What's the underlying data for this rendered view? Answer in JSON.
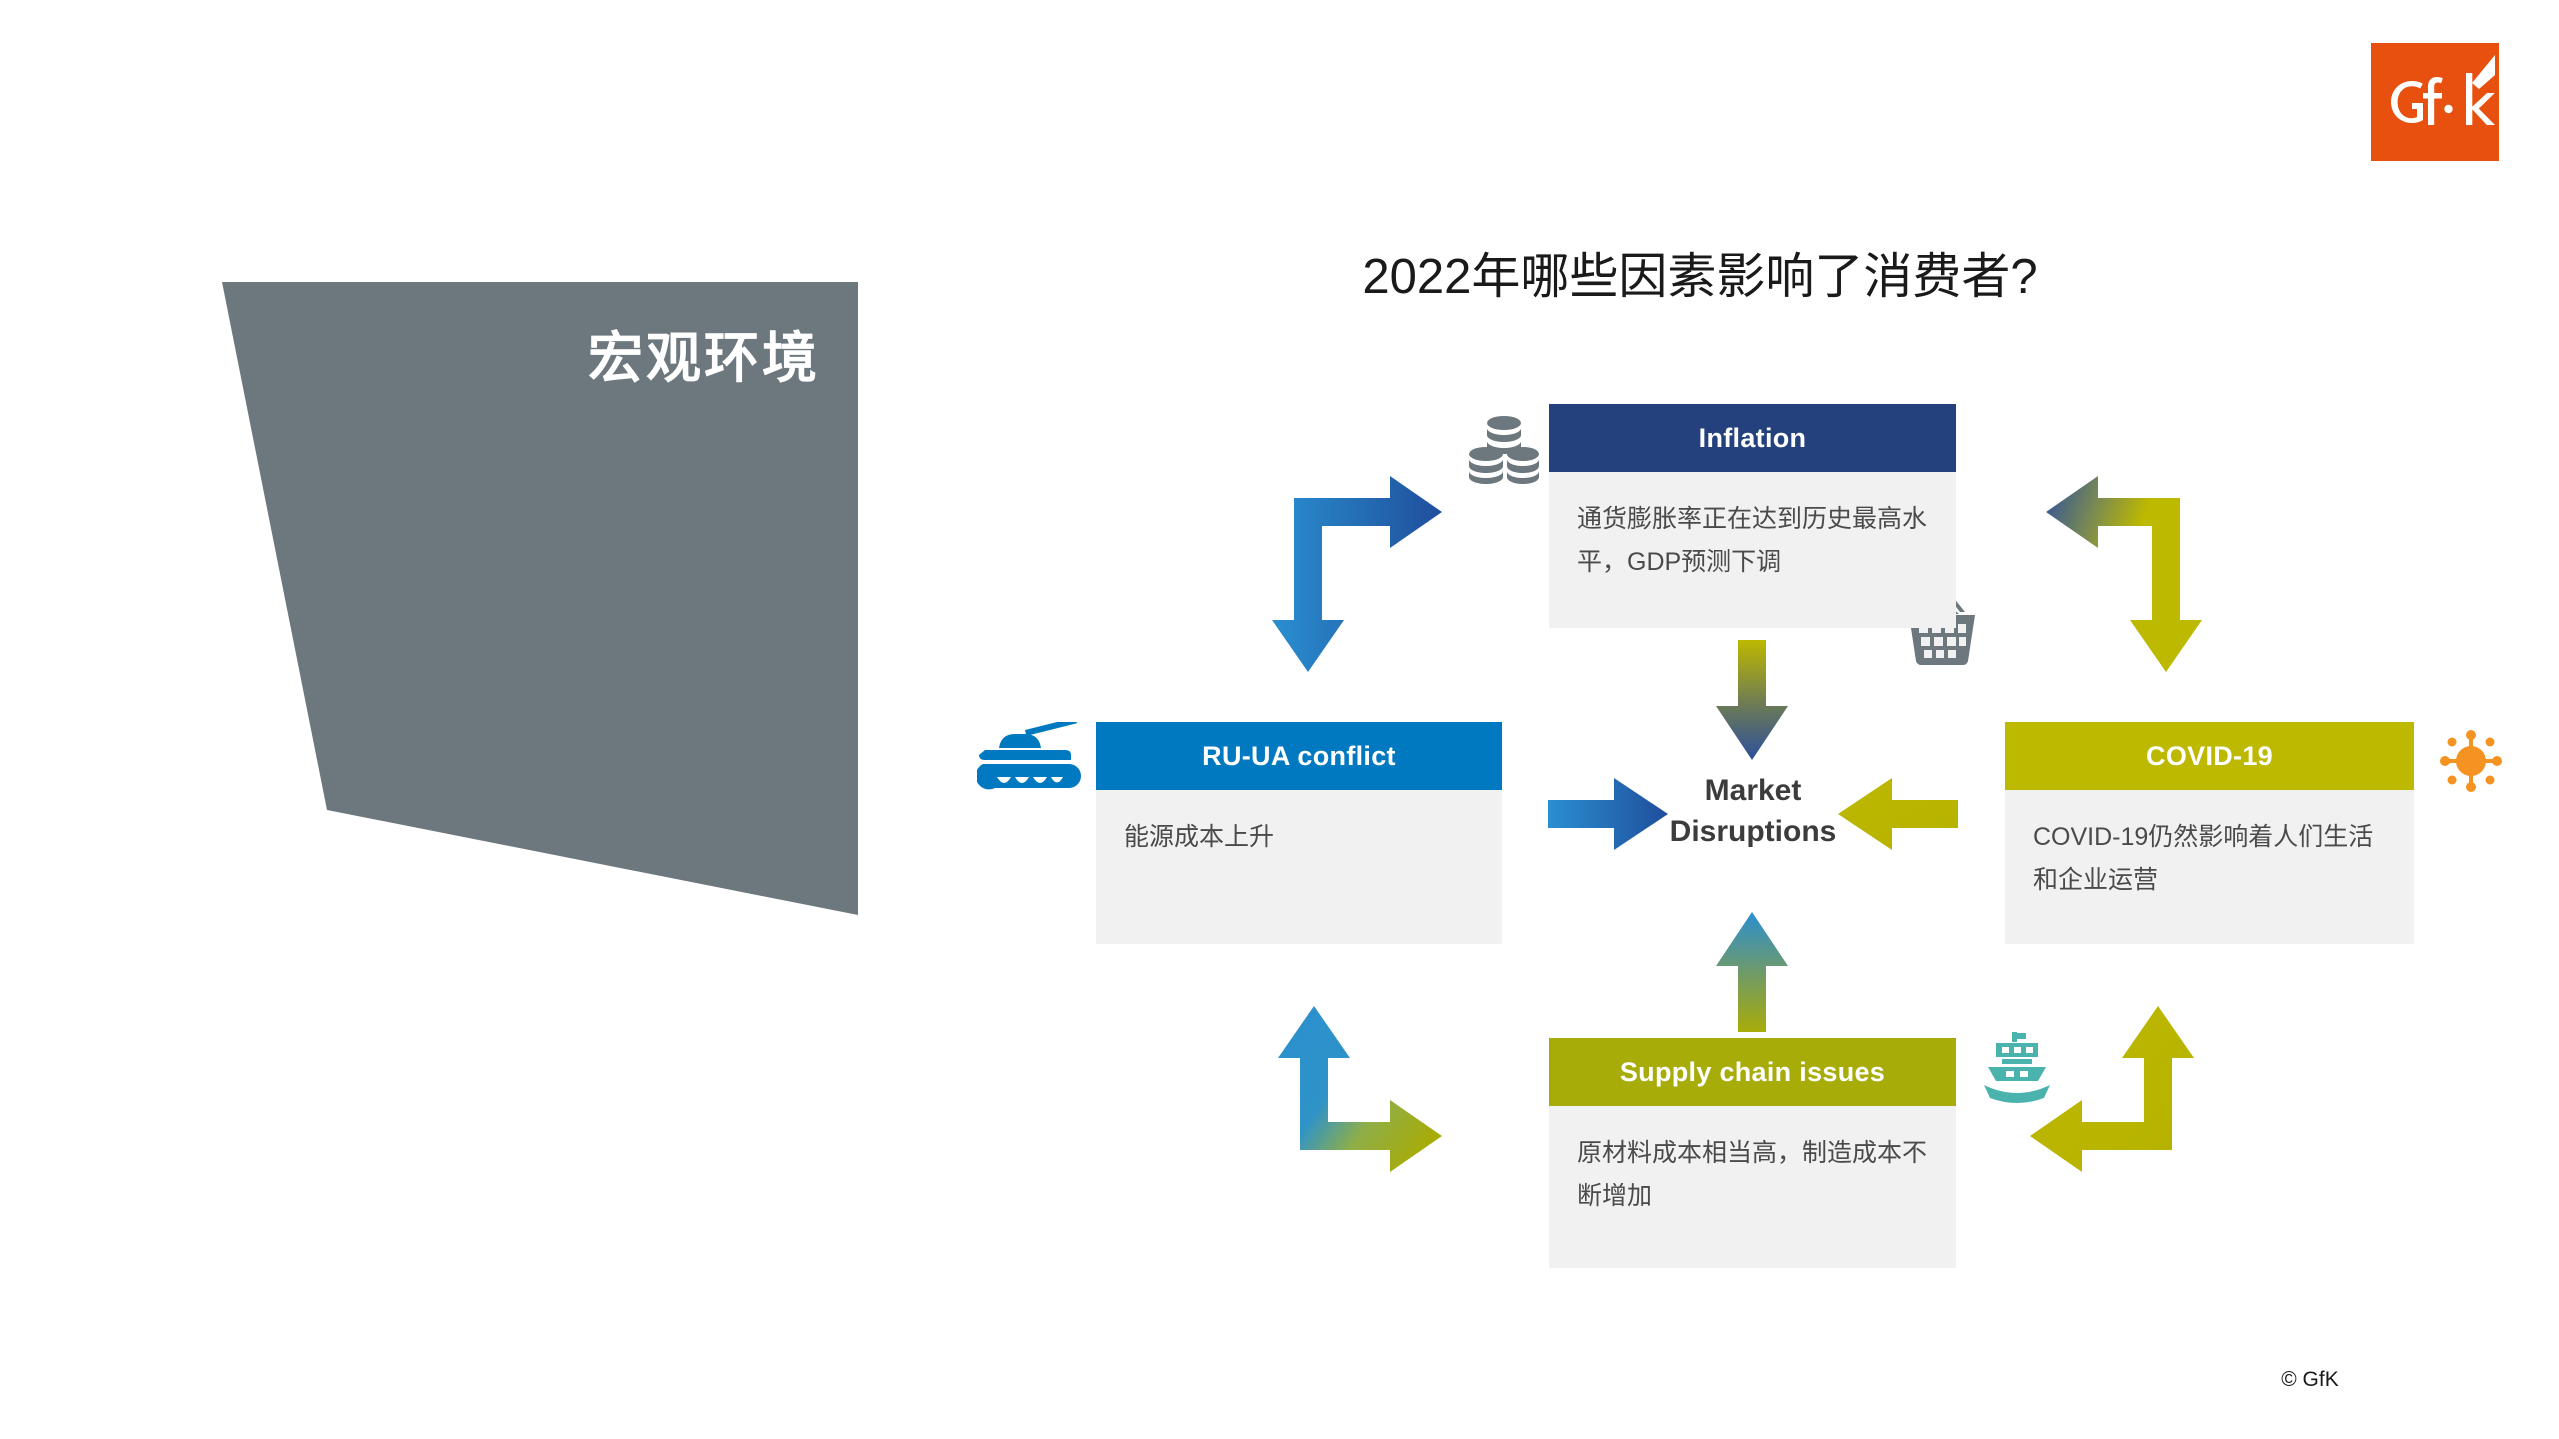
{
  "slide": {
    "title": "2022年哪些因素影响了消费者?",
    "section_label": "宏观环境",
    "copyright": "© GfK",
    "logo_text": "GfK"
  },
  "colors": {
    "brand_orange": "#e8500f",
    "panel_gray": "#6d787e",
    "box_bg": "#f1f1f1",
    "inflation_header": "#24417d",
    "ruua_header": "#0079c1",
    "covid_header": "#bdb800",
    "supply_header": "#a7ac08",
    "arrow_blue_dark": "#1f4e9c",
    "arrow_blue_light": "#2a8fd0",
    "arrow_olive": "#bdb800",
    "icon_gray": "#6d787e",
    "icon_blue": "#0079c1",
    "icon_teal": "#4bb3ae",
    "icon_orange": "#f59322",
    "title_text": "#1a1a1a",
    "body_text": "#4a4a4a"
  },
  "center": {
    "line1": "Market",
    "line2": "Disruptions"
  },
  "boxes": [
    {
      "id": "inflation",
      "title": "Inflation",
      "body": "通货膨胀率正在达到历史最高水平，GDP预测下调",
      "header_color": "#24417d",
      "icon": "coins-icon"
    },
    {
      "id": "ruua",
      "title": "RU-UA conflict",
      "body": "能源成本上升",
      "header_color": "#0079c1",
      "icon": "tank-icon"
    },
    {
      "id": "covid",
      "title": "COVID-19",
      "body": "COVID-19仍然影响着人们生活和企业运营",
      "header_color": "#bdb800",
      "icon": "virus-icon"
    },
    {
      "id": "supply",
      "title": "Supply chain issues",
      "body": "原材料成本相当高，制造成本不断增加",
      "header_color": "#a7ac08",
      "icon": "ship-icon"
    }
  ],
  "icons": [
    {
      "name": "coins-icon",
      "color": "#6d787e"
    },
    {
      "name": "basket-icon",
      "color": "#6d787e"
    },
    {
      "name": "tank-icon",
      "color": "#0079c1"
    },
    {
      "name": "virus-icon",
      "color": "#f59322"
    },
    {
      "name": "ship-icon",
      "color": "#4bb3ae"
    }
  ],
  "arrows": [
    {
      "name": "arrow-bent-top-left",
      "from": "inflation",
      "direction": "right-down",
      "color_from": "#2a8fd0",
      "color_to": "#1f4e9c"
    },
    {
      "name": "arrow-bent-top-right",
      "from": "inflation",
      "direction": "left-down",
      "color_from": "#2c4f9c",
      "color_to": "#bdb800"
    },
    {
      "name": "arrow-bent-bottom-left",
      "from": "supply",
      "direction": "up-right",
      "color_from": "#2a8fd0",
      "color_to": "#a7ac08"
    },
    {
      "name": "arrow-bent-bottom-right",
      "from": "supply",
      "direction": "left-up",
      "color_from": "#bdb800",
      "color_to": "#bdb800"
    },
    {
      "name": "arrow-center-down",
      "from": "inflation",
      "direction": "down",
      "color_from": "#bdb800",
      "color_to": "#2c4f9c"
    },
    {
      "name": "arrow-center-up",
      "from": "supply",
      "direction": "up",
      "color_from": "#a7ac08",
      "color_to": "#2a8fd0"
    },
    {
      "name": "arrow-center-right",
      "from": "ruua",
      "direction": "right",
      "color_from": "#2a8fd0",
      "color_to": "#1f4e9c"
    },
    {
      "name": "arrow-center-left",
      "from": "covid",
      "direction": "left",
      "color_from": "#bdb800",
      "color_to": "#bdb800"
    }
  ]
}
